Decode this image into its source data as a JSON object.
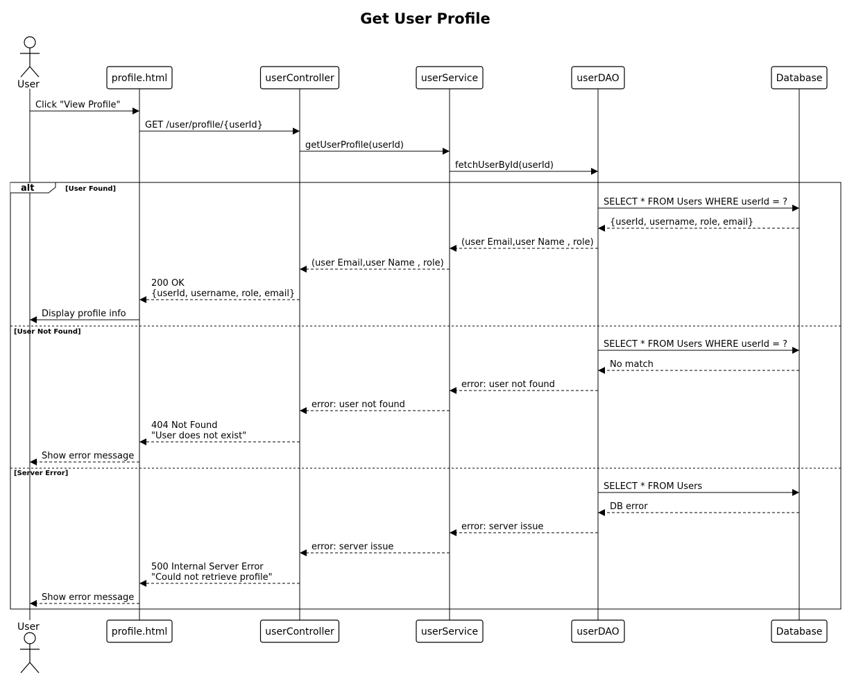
{
  "title": "Get User Profile",
  "participants": [
    {
      "id": "user",
      "label": "User",
      "kind": "actor"
    },
    {
      "id": "profile",
      "label": "profile.html",
      "kind": "box"
    },
    {
      "id": "controller",
      "label": "userController",
      "kind": "box"
    },
    {
      "id": "service",
      "label": "userService",
      "kind": "box"
    },
    {
      "id": "dao",
      "label": "userDAO",
      "kind": "box"
    },
    {
      "id": "db",
      "label": "Database",
      "kind": "box"
    }
  ],
  "messages": [
    {
      "from": "user",
      "to": "profile",
      "lines": [
        "Click \"View Profile\""
      ],
      "style": "solid"
    },
    {
      "from": "profile",
      "to": "controller",
      "lines": [
        "GET /user/profile/{userId}"
      ],
      "style": "solid"
    },
    {
      "from": "controller",
      "to": "service",
      "lines": [
        "getUserProfile(userId)"
      ],
      "style": "solid"
    },
    {
      "from": "service",
      "to": "dao",
      "lines": [
        "fetchUserById(userId)"
      ],
      "style": "solid"
    },
    {
      "from": "dao",
      "to": "db",
      "lines": [
        "SELECT * FROM Users WHERE userId = ?"
      ],
      "style": "solid"
    },
    {
      "from": "db",
      "to": "dao",
      "lines": [
        "{userId, username, role, email}"
      ],
      "style": "dashed"
    },
    {
      "from": "dao",
      "to": "service",
      "lines": [
        "(user Email,user Name , role)"
      ],
      "style": "dashed"
    },
    {
      "from": "service",
      "to": "controller",
      "lines": [
        "(user Email,user Name , role)"
      ],
      "style": "dashed"
    },
    {
      "from": "controller",
      "to": "profile",
      "lines": [
        "200 OK",
        "{userId, username, role, email}"
      ],
      "style": "dashed"
    },
    {
      "from": "profile",
      "to": "user",
      "lines": [
        "Display profile info"
      ],
      "style": "solid"
    },
    {
      "from": "dao",
      "to": "db",
      "lines": [
        "SELECT * FROM Users WHERE userId = ?"
      ],
      "style": "solid"
    },
    {
      "from": "db",
      "to": "dao",
      "lines": [
        "No match"
      ],
      "style": "dashed"
    },
    {
      "from": "dao",
      "to": "service",
      "lines": [
        "error: user not found"
      ],
      "style": "dashed"
    },
    {
      "from": "service",
      "to": "controller",
      "lines": [
        "error: user not found"
      ],
      "style": "dashed"
    },
    {
      "from": "controller",
      "to": "profile",
      "lines": [
        "404 Not Found",
        "\"User does not exist\""
      ],
      "style": "dashed"
    },
    {
      "from": "profile",
      "to": "user",
      "lines": [
        "Show error message"
      ],
      "style": "dashed"
    },
    {
      "from": "dao",
      "to": "db",
      "lines": [
        "SELECT * FROM Users"
      ],
      "style": "solid"
    },
    {
      "from": "db",
      "to": "dao",
      "lines": [
        "DB error"
      ],
      "style": "dashed"
    },
    {
      "from": "dao",
      "to": "service",
      "lines": [
        "error: server issue"
      ],
      "style": "dashed"
    },
    {
      "from": "service",
      "to": "controller",
      "lines": [
        "error: server issue"
      ],
      "style": "dashed"
    },
    {
      "from": "controller",
      "to": "profile",
      "lines": [
        "500 Internal Server Error",
        "\"Could not retrieve profile\""
      ],
      "style": "dashed"
    },
    {
      "from": "profile",
      "to": "user",
      "lines": [
        "Show error message"
      ],
      "style": "dashed"
    }
  ],
  "fragment": {
    "operator": "alt",
    "branches": [
      "[User Found]",
      "[User Not Found]",
      "[Server Error]"
    ]
  }
}
